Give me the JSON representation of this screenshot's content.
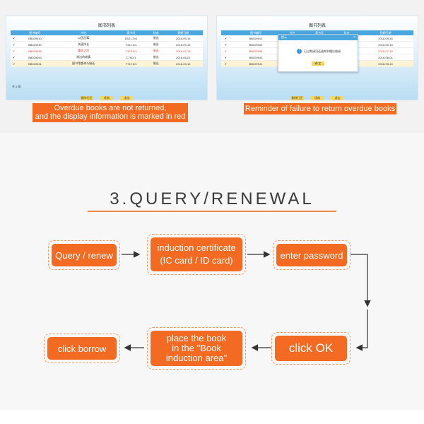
{
  "left_panel": {
    "title": "图书列表",
    "columns": [
      "",
      "图书编号",
      "书名",
      "索书号",
      "状态",
      "到期日期"
    ],
    "rows": [
      [
        "✔",
        "BB029910",
        "以团员事",
        "D921.2V1",
        "借出",
        "2018-09-15"
      ],
      [
        "✔",
        "BB029940",
        "快速排长",
        "T312.3/1",
        "借出",
        "2018-09-15"
      ],
      [
        "✔",
        "BB029539",
        "寡居之思",
        "T373.3/1",
        "借出",
        "2018-07-15"
      ],
      [
        "✔",
        "BB029943",
        "湖边的故事",
        "C76/2/1",
        "借出",
        "2018-08-01"
      ],
      [
        "✔",
        "BB029941",
        "图书馆查询与借还",
        "T712.5/1",
        "借出",
        "2018-09-15"
      ]
    ],
    "count_label": "共 5 条",
    "buttons": [
      "删除归还",
      "续借",
      "退出"
    ]
  },
  "right_panel": {
    "title": "图书列表",
    "rows": [
      [
        "✔",
        "BB029910",
        "借出",
        "2018-09-15"
      ],
      [
        "✔",
        "BB029940",
        "借出",
        "2018-09-15"
      ],
      [
        "✔",
        "BB029539",
        "借出",
        "2018-07-15"
      ],
      [
        "✔",
        "BB029943",
        "借出",
        "2018-08-01"
      ],
      [
        "✔",
        "BB029941",
        "借出",
        "2018-09-15"
      ]
    ],
    "dialog": {
      "title": "提示",
      "message": "已过期请归还逾期书籍后借阅",
      "ok": "确 定"
    },
    "buttons": [
      "删除归还",
      "续借",
      "退出"
    ]
  },
  "captions": {
    "left_line1": "Overdue books are not returned,",
    "left_line2": "and the display information is marked in red",
    "right": "Reminder of failure to return overdue books"
  },
  "section_title": "3.QUERY/RENEWAL",
  "steps": {
    "query_renew": "Query / renew",
    "induction_line1": "induction certificate",
    "induction_line2": "(IC card / ID card)",
    "enter_password": "enter password",
    "click_ok": "click OK",
    "place_line1": "place the book",
    "place_line2": "in the \"Book",
    "place_line3": "induction area\"",
    "click_borrow": "click borrow"
  },
  "colors": {
    "accent": "#f36a22",
    "table_header": "#4aa6de",
    "overdue_text": "#e23b3b",
    "button_yellow": "#f4d75e"
  }
}
